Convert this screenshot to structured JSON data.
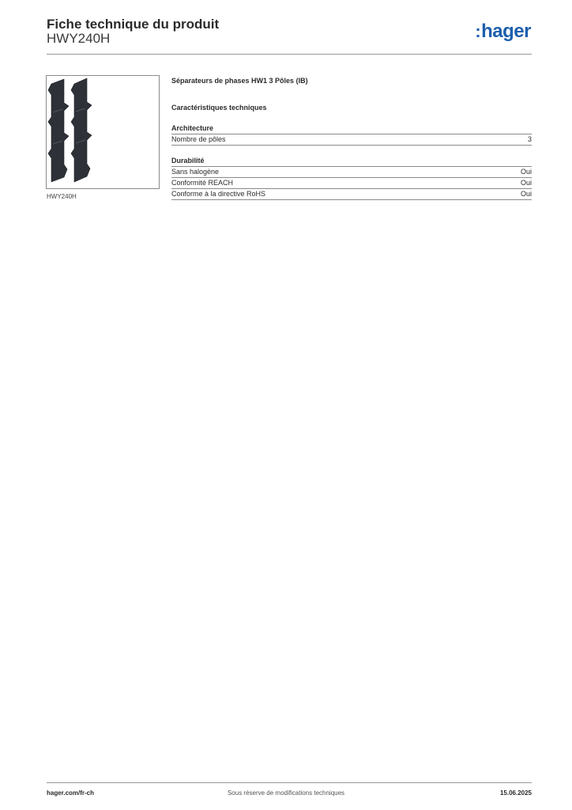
{
  "header": {
    "title": "Fiche technique du produit",
    "subtitle": "HWY240H",
    "brand": "hager",
    "brand_color": "#1d5fae"
  },
  "product": {
    "image_caption": "HWY240H",
    "name": "Séparateurs de phases HW1 3 Pôles (IB)"
  },
  "spec": {
    "heading": "Caractéristiques techniques",
    "groups": [
      {
        "title": "Architecture",
        "rows": [
          {
            "label": "Nombre de pôles",
            "value": "3"
          }
        ]
      },
      {
        "title": "Durabilité",
        "rows": [
          {
            "label": "Sans halogène",
            "value": "Oui"
          },
          {
            "label": "Conformité REACH",
            "value": "Oui"
          },
          {
            "label": "Conforme à la directive RoHS",
            "value": "Oui"
          }
        ]
      }
    ]
  },
  "footer": {
    "website": "hager.com/fr-ch",
    "note": "Sous réserve de modifications techniques",
    "date": "15.06.2025"
  }
}
